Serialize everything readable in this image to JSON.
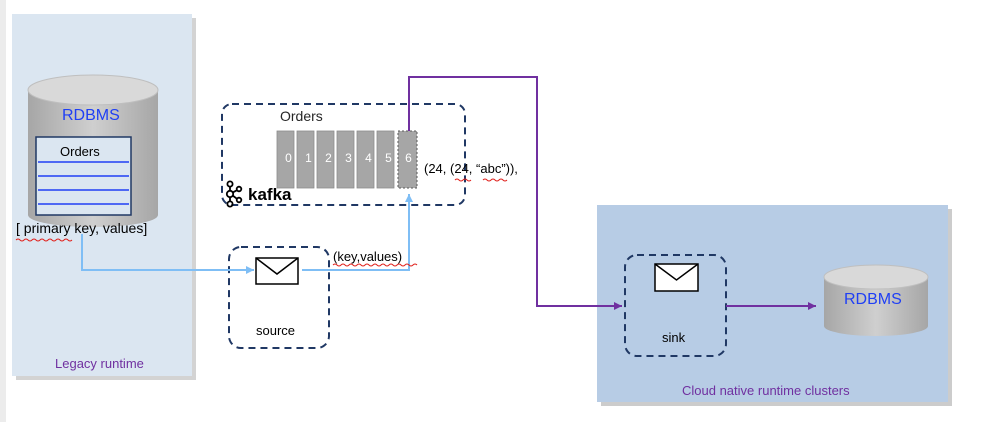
{
  "legacy": {
    "title": "Legacy runtime",
    "rdbms": "RDBMS",
    "table": "Orders",
    "record": "[ primary  key, values]"
  },
  "kafka": {
    "topic": "Orders",
    "partitions": [
      "0",
      "1",
      "2",
      "3",
      "4",
      "5",
      "6"
    ],
    "logo": "kafka",
    "message": "(24, (24, “abc”)),"
  },
  "source": {
    "label": "source",
    "payload": "(key,values)"
  },
  "cloud": {
    "title": "Cloud native runtime clusters",
    "rdbms": "RDBMS",
    "sink": "sink"
  },
  "colors": {
    "legacy_bg": "#dbe6f1",
    "cloud_bg": "#b7cce5",
    "flow": "#7fbef5",
    "purple": "#7030a0",
    "rdbms_text": "#1f3ff5",
    "dash": "#203864",
    "partition": "#a6a6a6",
    "region_label": "#7030a0"
  }
}
